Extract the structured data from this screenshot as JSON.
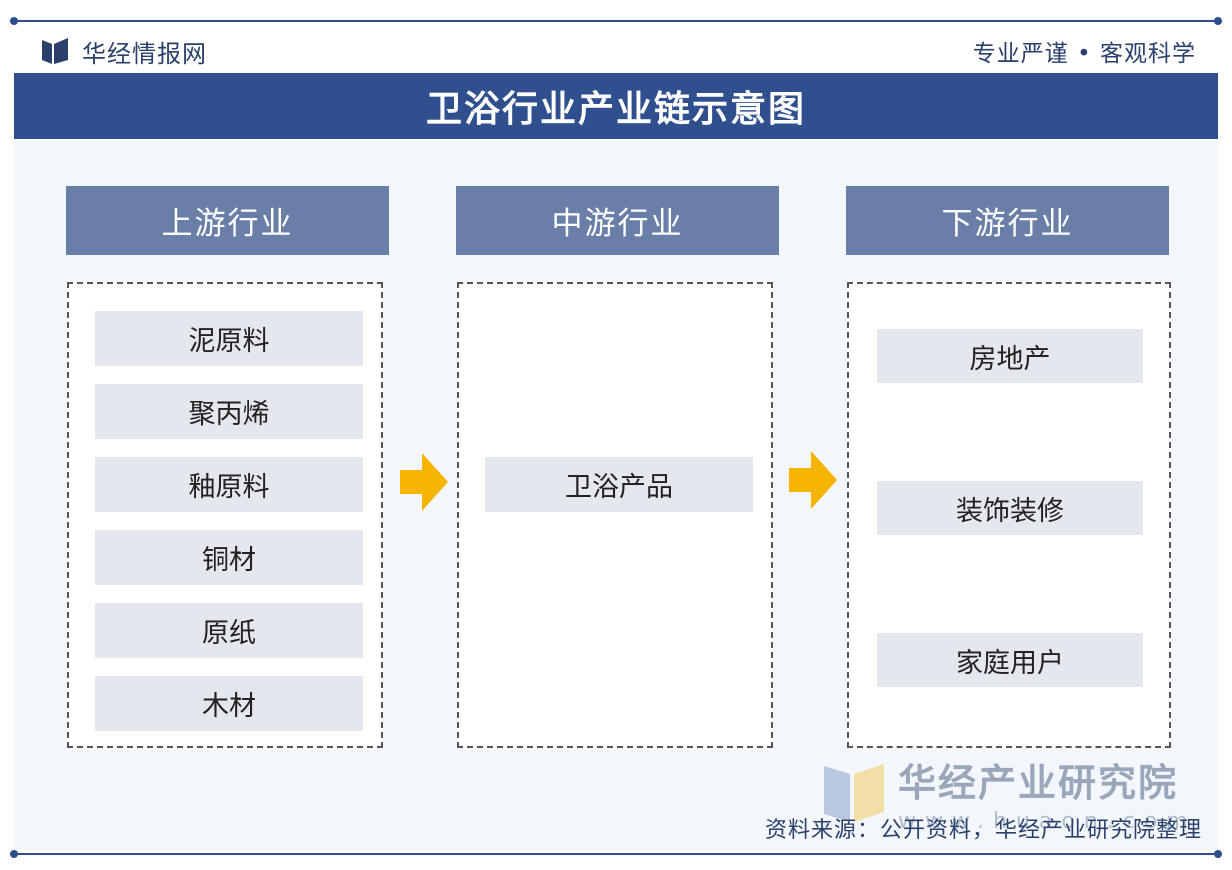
{
  "header": {
    "brand_name": "华经情报网",
    "slogan": "专业严谨 • 客观科学"
  },
  "title": "卫浴行业产业链示意图",
  "upstream": {
    "header": "上游行业",
    "items": [
      "泥原料",
      "聚丙烯",
      "釉原料",
      "铜材",
      "原纸",
      "木材"
    ]
  },
  "midstream": {
    "header": "中游行业",
    "items": [
      "卫浴产品"
    ]
  },
  "downstream": {
    "header": "下游行业",
    "items": [
      "房地产",
      "装饰装修",
      "家庭用户"
    ]
  },
  "watermark": {
    "name": "华经产业研究院",
    "url": "www.huaon.com"
  },
  "footer": {
    "source": "资料来源：公开资料，华经产业研究院整理"
  },
  "colors": {
    "title_bar": "#2f4f8e",
    "column_header": "#6a7fa8",
    "item_bg": "#e4e7ee",
    "arrow": "#f5b400"
  }
}
